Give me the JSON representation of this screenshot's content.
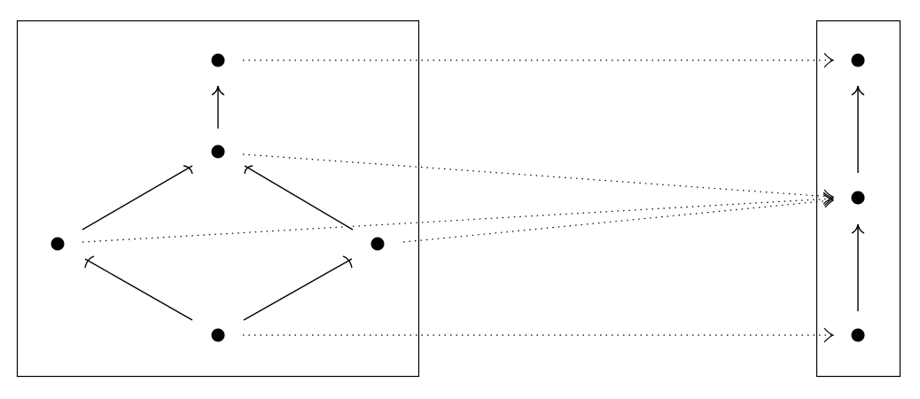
{
  "diagram": {
    "colors": {
      "stroke": "#000000",
      "node": "#000000",
      "background": "#ffffff"
    },
    "left_box": {
      "nodes": [
        "top",
        "middle",
        "left",
        "right",
        "bottom"
      ],
      "edges": [
        {
          "from": "bottom",
          "to": "left"
        },
        {
          "from": "bottom",
          "to": "right"
        },
        {
          "from": "left",
          "to": "middle"
        },
        {
          "from": "right",
          "to": "middle"
        },
        {
          "from": "middle",
          "to": "top"
        }
      ]
    },
    "right_box": {
      "nodes": [
        "top",
        "middle",
        "bottom"
      ],
      "edges": [
        {
          "from": "bottom",
          "to": "middle"
        },
        {
          "from": "middle",
          "to": "top"
        }
      ]
    },
    "mapping": [
      {
        "from": "top",
        "to": "top"
      },
      {
        "from": "middle",
        "to": "middle"
      },
      {
        "from": "left",
        "to": "middle"
      },
      {
        "from": "right",
        "to": "middle"
      },
      {
        "from": "bottom",
        "to": "bottom"
      }
    ]
  }
}
